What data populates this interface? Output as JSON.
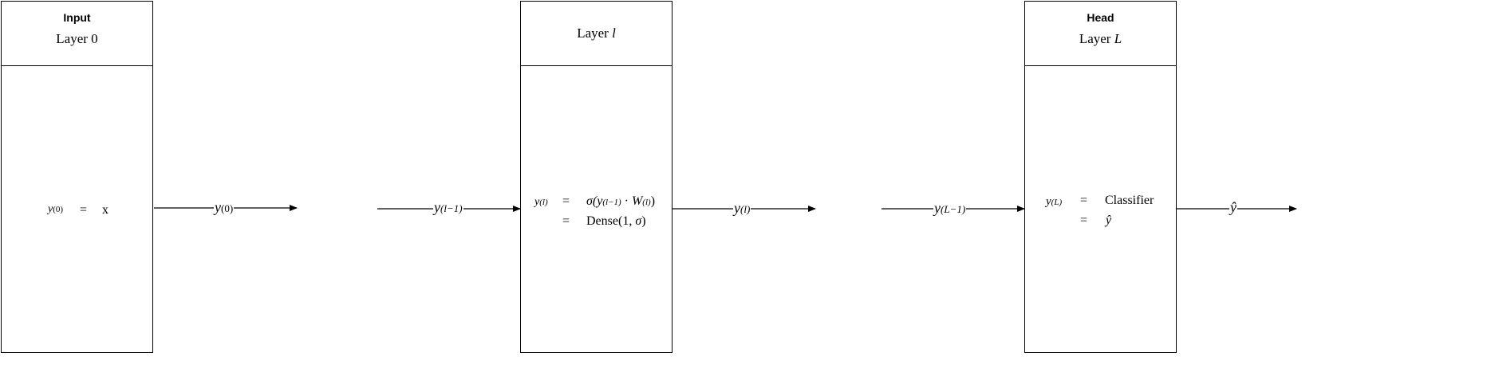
{
  "diagram": {
    "input_box": {
      "role": "Input",
      "layer_name": "Layer 0",
      "equation": {
        "lhs": "y",
        "lhs_sub": "(0)",
        "eq": "=",
        "rhs": "x"
      }
    },
    "hidden_box": {
      "layer_name_prefix": "Layer",
      "layer_name_var": "l",
      "equation": {
        "lhs": "y",
        "lhs_sub": "(l)",
        "eq1": "=",
        "rhs1_sigma": "σ(",
        "rhs1_y": "y",
        "rhs1_ysub": "(l−1)",
        "rhs1_dot": " · ",
        "rhs1_w": "W",
        "rhs1_wsub": "(l)",
        "rhs1_close": ")",
        "eq2": "=",
        "rhs2_prefix": "Dense(1, ",
        "rhs2_sigma": "σ",
        "rhs2_close": ")"
      }
    },
    "head_box": {
      "role": "Head",
      "layer_name_prefix": "Layer",
      "layer_name_var": "L",
      "equation": {
        "lhs": "y",
        "lhs_sub": "(L)",
        "eq1": "=",
        "rhs1": "Classifier",
        "eq2": "=",
        "rhs2": "ŷ"
      }
    },
    "edges": [
      {
        "var": "y",
        "sub": "(0)"
      },
      {
        "var": "y",
        "sub": "(l−1)"
      },
      {
        "var": "y",
        "sub": "(l)"
      },
      {
        "var": "y",
        "sub": "(L−1)"
      },
      {
        "var": "ŷ",
        "sub": ""
      }
    ]
  }
}
